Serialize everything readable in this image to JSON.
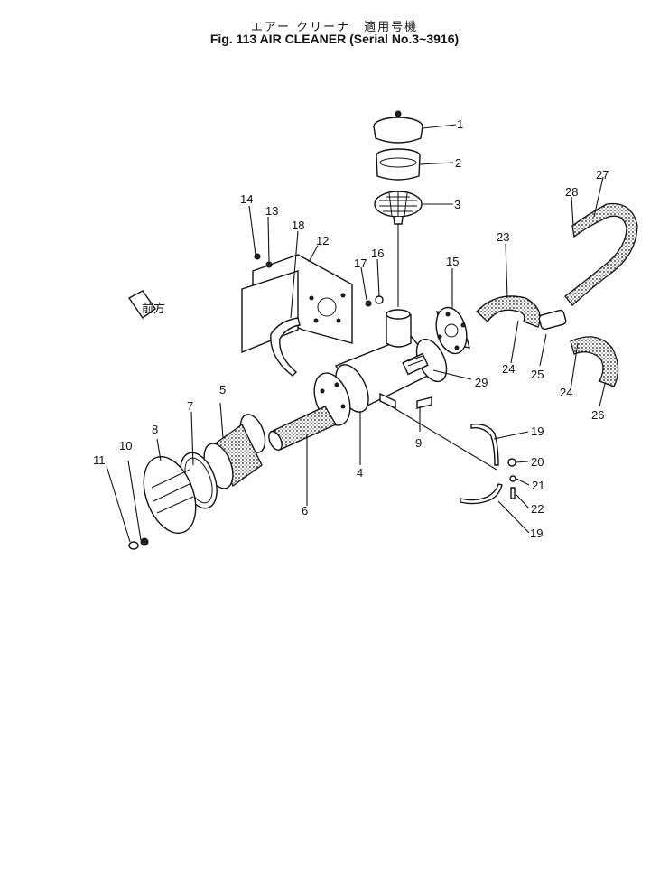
{
  "title": {
    "japanese": "エアー クリーナ　適用号機",
    "english": "Fig. 113  AIR CLEANER (Serial No.3~3916)"
  },
  "direction_marker": "前方",
  "callouts": [
    {
      "id": "c1",
      "text": "1"
    },
    {
      "id": "c2",
      "text": "2"
    },
    {
      "id": "c3",
      "text": "3"
    },
    {
      "id": "c4",
      "text": "4"
    },
    {
      "id": "c5",
      "text": "5"
    },
    {
      "id": "c6",
      "text": "6"
    },
    {
      "id": "c7",
      "text": "7"
    },
    {
      "id": "c8",
      "text": "8"
    },
    {
      "id": "c9",
      "text": "9"
    },
    {
      "id": "c10",
      "text": "10"
    },
    {
      "id": "c11",
      "text": "11"
    },
    {
      "id": "c12",
      "text": "12"
    },
    {
      "id": "c13",
      "text": "13"
    },
    {
      "id": "c14",
      "text": "14"
    },
    {
      "id": "c15",
      "text": "15"
    },
    {
      "id": "c16",
      "text": "16"
    },
    {
      "id": "c17",
      "text": "17"
    },
    {
      "id": "c18",
      "text": "18"
    },
    {
      "id": "c19a",
      "text": "19"
    },
    {
      "id": "c19b",
      "text": "19"
    },
    {
      "id": "c20",
      "text": "20"
    },
    {
      "id": "c21",
      "text": "21"
    },
    {
      "id": "c22",
      "text": "22"
    },
    {
      "id": "c23",
      "text": "23"
    },
    {
      "id": "c24a",
      "text": "24"
    },
    {
      "id": "c24b",
      "text": "24"
    },
    {
      "id": "c25",
      "text": "25"
    },
    {
      "id": "c26",
      "text": "26"
    },
    {
      "id": "c27",
      "text": "27"
    },
    {
      "id": "c28",
      "text": "28"
    },
    {
      "id": "c29",
      "text": "29"
    }
  ]
}
